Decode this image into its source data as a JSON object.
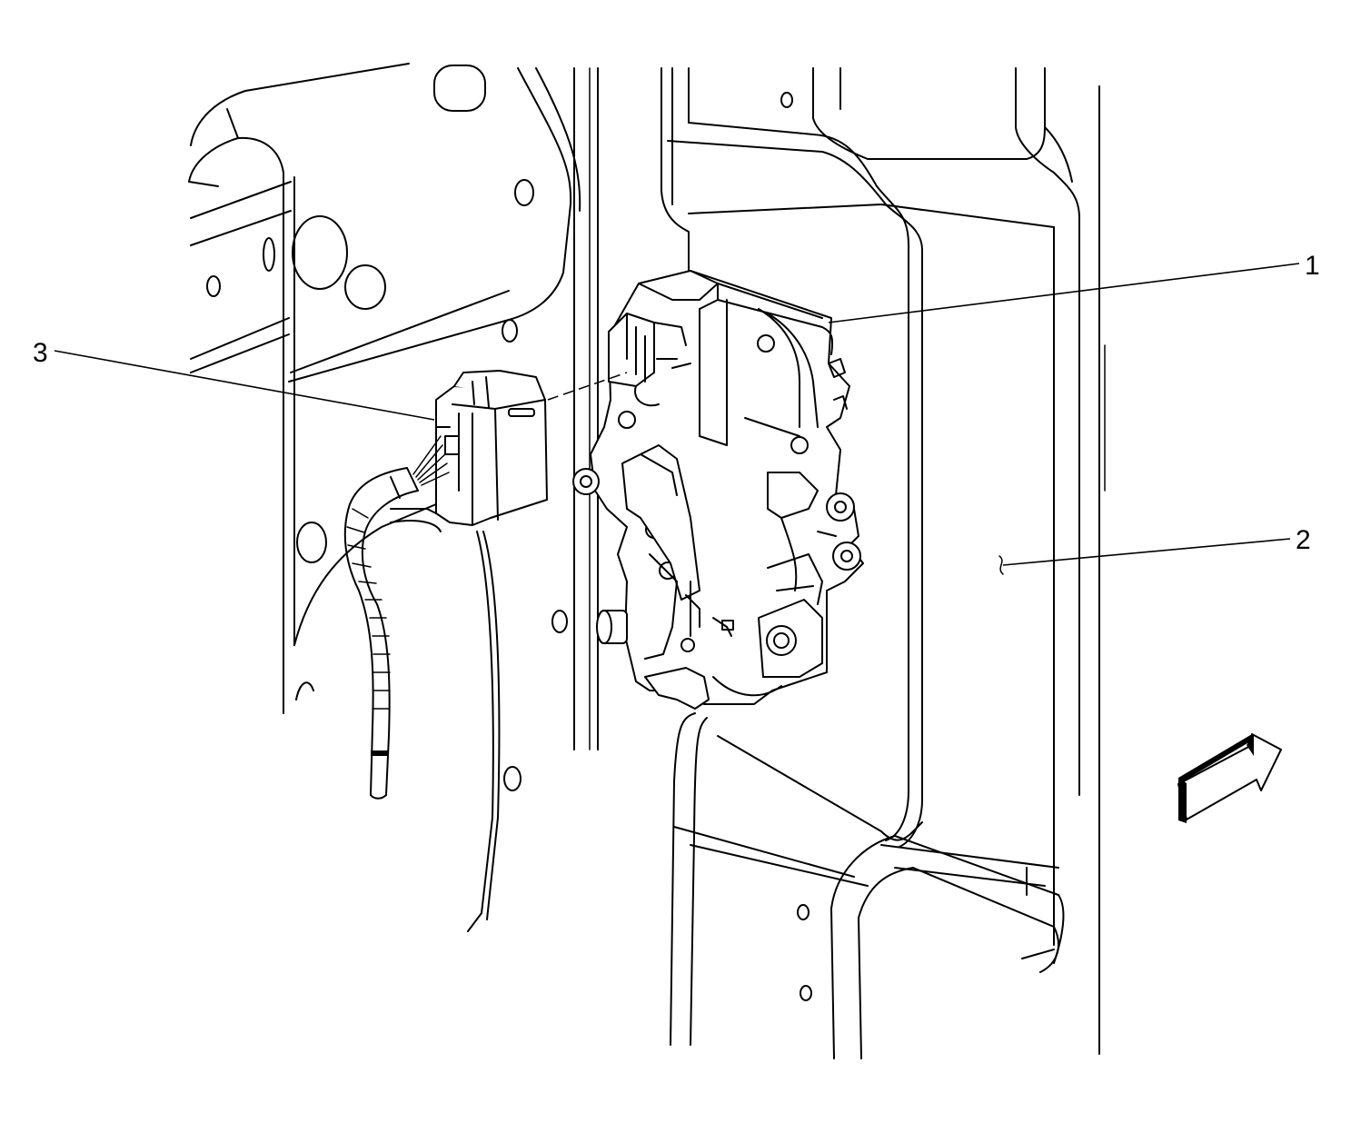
{
  "callouts": [
    {
      "id": "1",
      "label": "1",
      "target": "door-lock-actuator"
    },
    {
      "id": "2",
      "label": "2",
      "target": "door-inner-panel"
    },
    {
      "id": "3",
      "label": "3",
      "target": "electrical-connector"
    }
  ],
  "icons": {
    "direction": "front-direction-arrow-icon"
  }
}
